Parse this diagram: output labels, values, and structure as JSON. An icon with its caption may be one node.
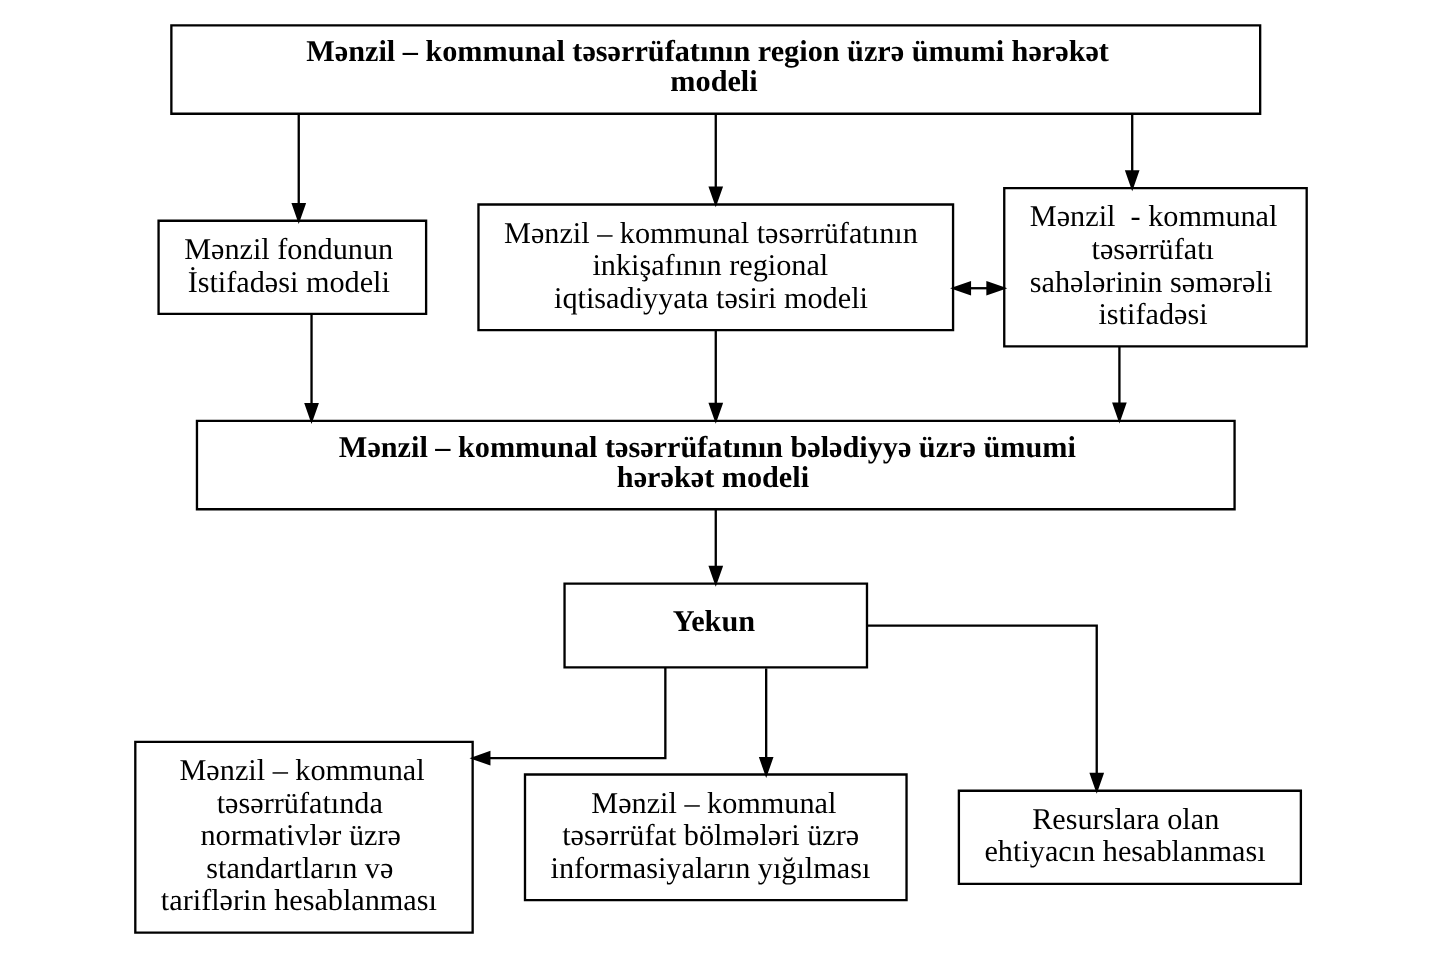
{
  "diagram": {
    "nodes": [
      {
        "text": [
          "Mənzil – kommunal təsərrüfatının region üzrə ümumi hərəkət modeli"
        ]
      },
      {
        "text": [
          "Mənzil fondunun İstifadəsi modeli"
        ]
      },
      {
        "text": [
          "Mənzil – kommunal təsərrüfatının inkişafının regional iqtisadiyyata təsiri modeli"
        ]
      },
      {
        "text": [
          "Mənzil  - kommunal təsərrüfatı sahələrinin səmərəli istifadəsi"
        ]
      },
      {
        "text": [
          "Mənzil – kommunal təsərrüfatının bələdiyyə üzrə ümumi hərəkət modeli"
        ]
      },
      {
        "text": [
          "Yekun"
        ]
      },
      {
        "text": [
          "Mənzil – kommunal təsərrüfatında normativlər üzrə standartların və tariflərin hesablanması"
        ]
      },
      {
        "text": [
          "Mənzil – kommunal təsərrüfat bölmələri üzrə informasiyaların yığılması"
        ]
      },
      {
        "text": [
          "Resurslara olan ehtiyacın hesablanması"
        ]
      }
    ],
    "edges": [
      {
        "from": 0,
        "to": 1,
        "arrow": "to"
      },
      {
        "from": 0,
        "to": 2,
        "arrow": "to"
      },
      {
        "from": 0,
        "to": 3,
        "arrow": "to"
      },
      {
        "from": 2,
        "to": 3,
        "arrow": "both"
      },
      {
        "from": 1,
        "to": 4,
        "arrow": "to"
      },
      {
        "from": 2,
        "to": 4,
        "arrow": "to"
      },
      {
        "from": 3,
        "to": 4,
        "arrow": "to"
      },
      {
        "from": 4,
        "to": 5,
        "arrow": "to"
      },
      {
        "from": 5,
        "to": 6,
        "arrow": "to"
      },
      {
        "from": 5,
        "to": 7,
        "arrow": "to"
      },
      {
        "from": 5,
        "to": 8,
        "arrow": "to"
      }
    ]
  }
}
